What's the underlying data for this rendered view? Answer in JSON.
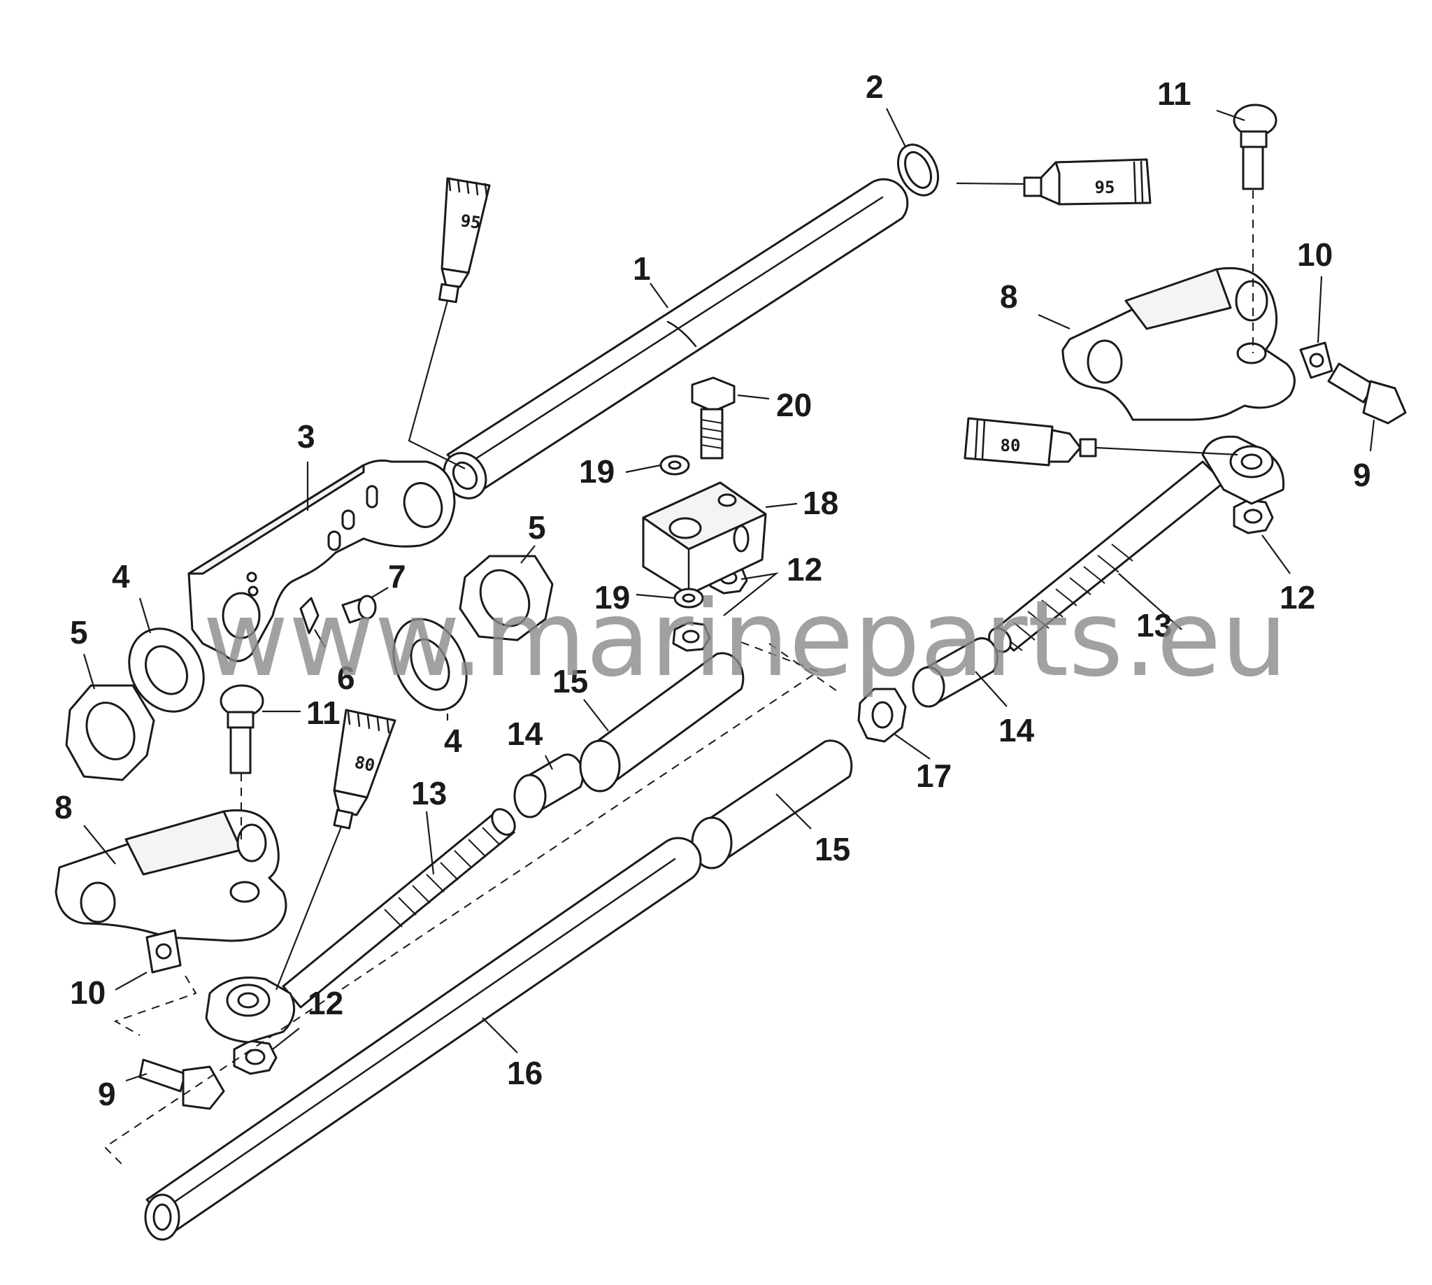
{
  "watermark": "www.marineparts.eu",
  "tube_labels": {
    "tube_a": "95",
    "tube_b": "95",
    "tube_c": "80",
    "tube_d": "80"
  },
  "callouts": {
    "c1": "1",
    "c2": "2",
    "c3": "3",
    "c4a": "4",
    "c4b": "4",
    "c5a": "5",
    "c5b": "5",
    "c6": "6",
    "c7": "7",
    "c8a": "8",
    "c8b": "8",
    "c9a": "9",
    "c9b": "9",
    "c10a": "10",
    "c10b": "10",
    "c11a": "11",
    "c11b": "11",
    "c12a": "12",
    "c12b": "12",
    "c12c": "12",
    "c13a": "13",
    "c13b": "13",
    "c14a": "14",
    "c14b": "14",
    "c15a": "15",
    "c15b": "15",
    "c16": "16",
    "c17": "17",
    "c18": "18",
    "c19a": "19",
    "c19b": "19",
    "c20": "20"
  }
}
